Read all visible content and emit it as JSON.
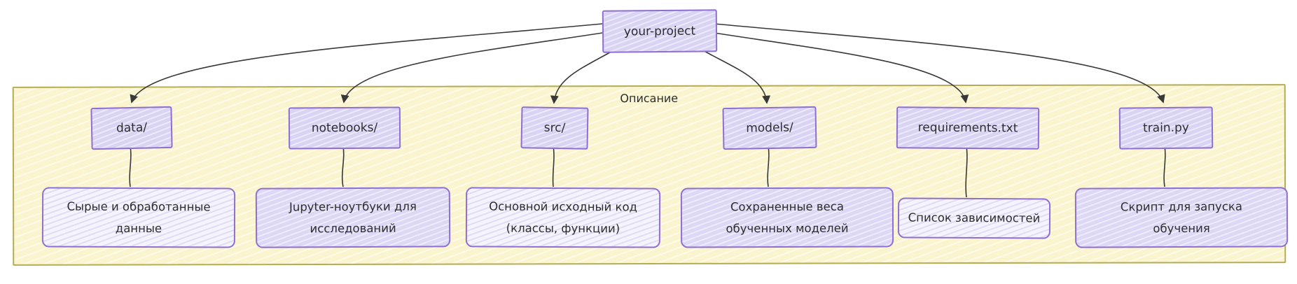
{
  "root": {
    "label": "your-project"
  },
  "group": {
    "label": "Описание"
  },
  "columns": [
    {
      "node": "data/",
      "description": "Сырые и обработанные данные"
    },
    {
      "node": "notebooks/",
      "description": "Jupyter-ноутбуки для исследований"
    },
    {
      "node": "src/",
      "description": "Основной исходный код (классы, функции)"
    },
    {
      "node": "models/",
      "description": "Сохраненные веса обученных моделей"
    },
    {
      "node": "requirements.txt",
      "description": "Список зависимостей"
    },
    {
      "node": "train.py",
      "description": "Скрипт для запуска обучения"
    }
  ],
  "edges": [
    {
      "from": "your-project",
      "to": "data/"
    },
    {
      "from": "your-project",
      "to": "notebooks/"
    },
    {
      "from": "your-project",
      "to": "src/"
    },
    {
      "from": "your-project",
      "to": "models/"
    },
    {
      "from": "your-project",
      "to": "requirements.txt"
    },
    {
      "from": "your-project",
      "to": "train.py"
    },
    {
      "from": "data/",
      "to": "Сырые и обработанные данные"
    },
    {
      "from": "notebooks/",
      "to": "Jupyter-ноутбуки для исследований"
    },
    {
      "from": "src/",
      "to": "Основной исходный код (классы, функции)"
    },
    {
      "from": "models/",
      "to": "Сохраненные веса обученных моделей"
    },
    {
      "from": "requirements.txt",
      "to": "Список зависимостей"
    },
    {
      "from": "train.py",
      "to": "Скрипт для запуска обучения"
    }
  ],
  "colors": {
    "node_fill": "#d9d4f4",
    "node_border": "#8f6fd2",
    "desc_fill_light": "#f5f3fc",
    "desc_fill_dark": "#dcd8f5",
    "group_fill": "#faf5cf",
    "group_border": "#b5ac55",
    "edge_stroke": "#383838",
    "text": "#2d2d2d"
  }
}
